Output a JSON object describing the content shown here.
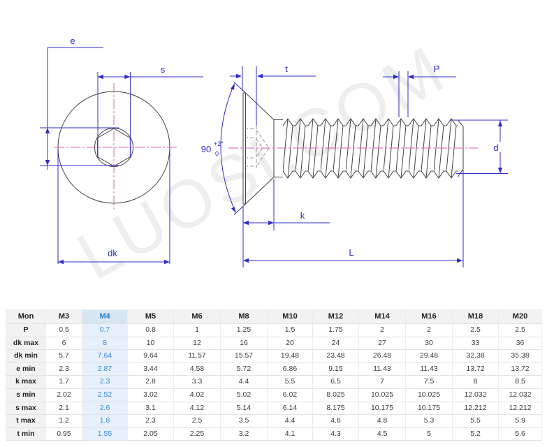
{
  "drawing": {
    "watermark": "LUOSI.COM",
    "labels": {
      "e": "e",
      "s": "s",
      "dk": "dk",
      "t": "t",
      "P": "P",
      "d": "d",
      "k": "k",
      "L": "L",
      "angle_value": "90",
      "angle_tol_upper": "+2°",
      "angle_tol_lower": "0"
    },
    "colors": {
      "dimension_blue": "#2c2ccc",
      "centerline_magenta": "#e957bd",
      "outline_dark": "#404040",
      "hidden_gray": "#979797"
    }
  },
  "table": {
    "highlight_column": "M4",
    "highlight_header_bg": "#d8e6f4",
    "highlight_cell_bg": "#e6effa",
    "highlight_text": "#3a8ad6",
    "columns": [
      "Mon",
      "M3",
      "M4",
      "M5",
      "M6",
      "M8",
      "M10",
      "M12",
      "M14",
      "M16",
      "M18",
      "M20"
    ],
    "rows": [
      {
        "label": "P",
        "values": [
          "0.5",
          "0.7",
          "0.8",
          "1",
          "1.25",
          "1.5",
          "1.75",
          "2",
          "2",
          "2.5",
          "2.5"
        ]
      },
      {
        "label": "dk max",
        "values": [
          "6",
          "8",
          "10",
          "12",
          "16",
          "20",
          "24",
          "27",
          "30",
          "33",
          "36"
        ]
      },
      {
        "label": "dk min",
        "values": [
          "5.7",
          "7.64",
          "9.64",
          "11.57",
          "15.57",
          "19.48",
          "23.48",
          "26.48",
          "29.48",
          "32.38",
          "35.38"
        ]
      },
      {
        "label": "e min",
        "values": [
          "2.3",
          "2.87",
          "3.44",
          "4.58",
          "5.72",
          "6.86",
          "9.15",
          "11.43",
          "11.43",
          "13.72",
          "13.72"
        ]
      },
      {
        "label": "k max",
        "values": [
          "1.7",
          "2.3",
          "2.8",
          "3.3",
          "4.4",
          "5.5",
          "6.5",
          "7",
          "7.5",
          "8",
          "8.5"
        ]
      },
      {
        "label": "s min",
        "values": [
          "2.02",
          "2.52",
          "3.02",
          "4.02",
          "5.02",
          "6.02",
          "8.025",
          "10.025",
          "10.025",
          "12.032",
          "12.032"
        ]
      },
      {
        "label": "s max",
        "values": [
          "2.1",
          "2.6",
          "3.1",
          "4.12",
          "5.14",
          "6.14",
          "8.175",
          "10.175",
          "10.175",
          "12.212",
          "12.212"
        ]
      },
      {
        "label": "t max",
        "values": [
          "1.2",
          "1.8",
          "2.3",
          "2.5",
          "3.5",
          "4.4",
          "4.6",
          "4.8",
          "5.3",
          "5.5",
          "5.9"
        ]
      },
      {
        "label": "t min",
        "values": [
          "0.95",
          "1.55",
          "2.05",
          "2.25",
          "3.2",
          "4.1",
          "4.3",
          "4.5",
          "5",
          "5.2",
          "5.6"
        ]
      }
    ]
  }
}
